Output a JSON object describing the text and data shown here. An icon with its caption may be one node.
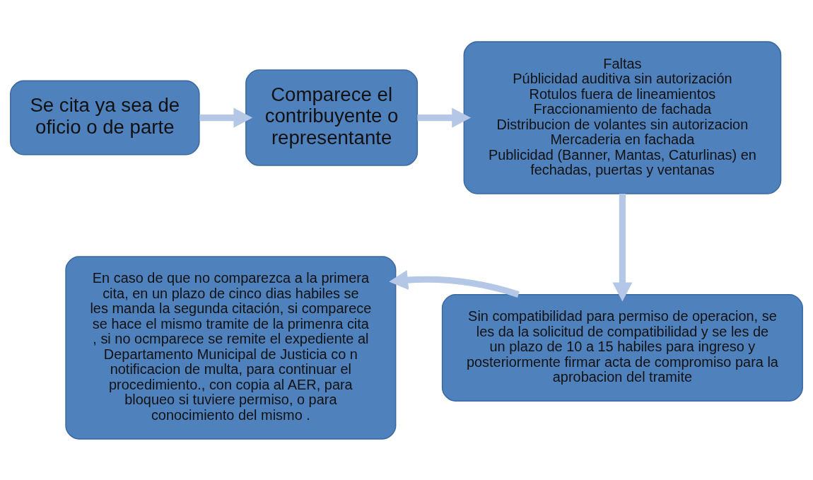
{
  "diagram": {
    "nodes": [
      {
        "text": [
          "Se cita ya sea de oficio o de parte"
        ]
      },
      {
        "text": [
          "Comparece el contribuyente o representante"
        ]
      },
      {
        "text": [
          "Faltas",
          "Públicidad auditiva sin autorización",
          "Rotulos fuera de lineamientos",
          "Fraccionamiento de fachada",
          "Distribucion de volantes sin autorizacion",
          "Mercaderia en fachada",
          "Publicidad (Banner, Mantas, Caturlinas) en fechadas, puertas y ventanas"
        ]
      },
      {
        "text": [
          "Sin compatibilidad para permiso de operacion, se les da la solicitud de compatibilidad y se les de un plazo de 10 a 15 habiles para ingreso y posteriormente firmar acta de compromiso para la aprobacion del tramite"
        ]
      },
      {
        "text": [
          "En caso de que no comparezca a la primera cita, en un plazo de cinco dias habiles se les manda la segunda citación, si comparece se hace el mismo tramite de la primenra cita , si no ocmparece se remite el expediente al Departamento Municipal de Justicia co n notificacion de multa, para continuar el procedimiento., con copia al AER, para bloqueo si tuviere permiso, o para conocimiento del mismo ."
        ]
      }
    ],
    "edges": [
      {
        "from": 0,
        "to": 1,
        "arrow": "to"
      },
      {
        "from": 1,
        "to": 2,
        "arrow": "to"
      },
      {
        "from": 2,
        "to": 3,
        "arrow": "to"
      },
      {
        "from": 3,
        "to": 4,
        "arrow": "to"
      }
    ]
  }
}
